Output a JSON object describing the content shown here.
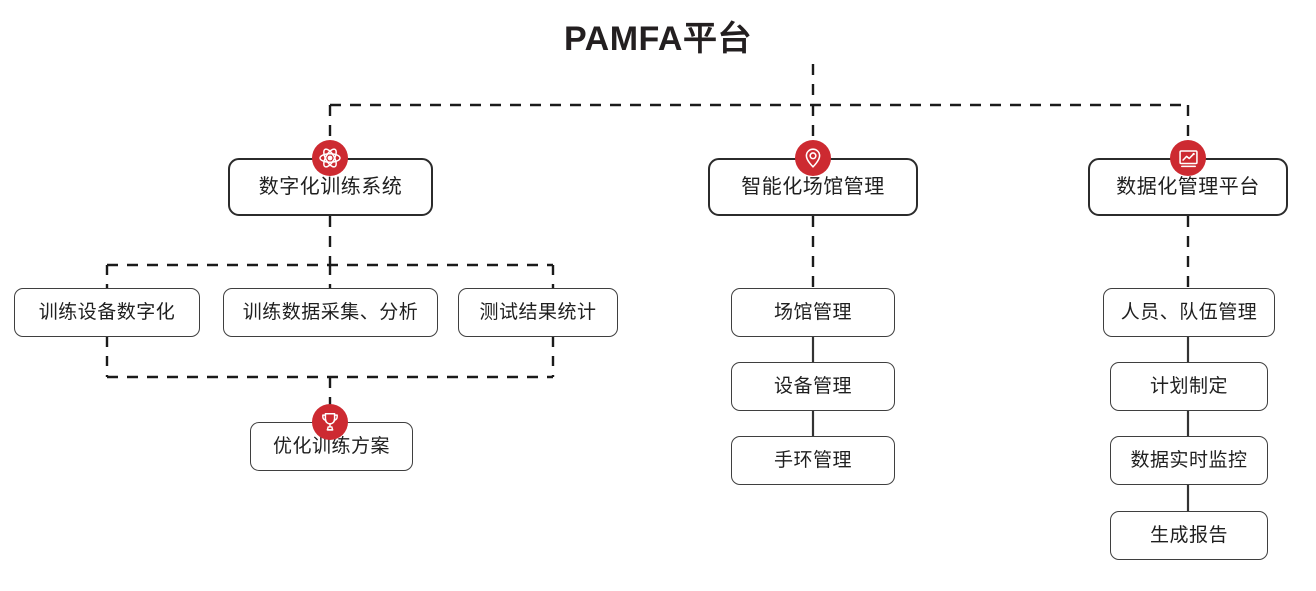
{
  "title": "PAMFA平台",
  "theme": {
    "accent": "#cd2a31",
    "box_border": "#3a3a3a",
    "text": "#1f1f1f",
    "background": "#ffffff"
  },
  "branches": [
    {
      "id": "training",
      "label": "数字化训练系统",
      "icon": "atom-icon",
      "children": [
        {
          "label": "训练设备数字化"
        },
        {
          "label": "训练数据采集、分析"
        },
        {
          "label": "测试结果统计"
        }
      ],
      "outcome": {
        "label": "优化训练方案",
        "icon": "trophy-icon"
      }
    },
    {
      "id": "venue",
      "label": "智能化场馆管理",
      "icon": "location-pin-icon",
      "children": [
        {
          "label": "场馆管理"
        },
        {
          "label": "设备管理"
        },
        {
          "label": "手环管理"
        }
      ]
    },
    {
      "id": "data",
      "label": "数据化管理平台",
      "icon": "chart-monitor-icon",
      "children": [
        {
          "label": "人员、队伍管理"
        },
        {
          "label": "计划制定"
        },
        {
          "label": "数据实时监控"
        },
        {
          "label": "生成报告"
        }
      ]
    }
  ]
}
